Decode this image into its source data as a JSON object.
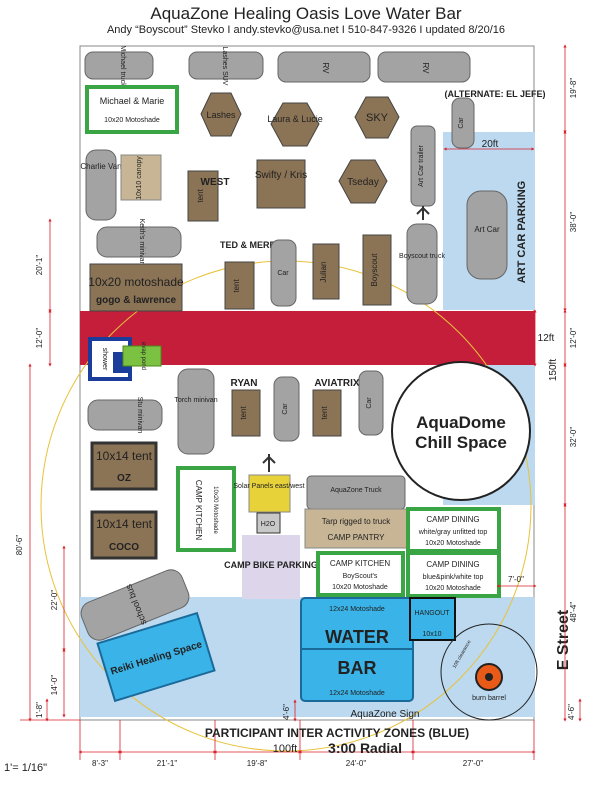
{
  "header": {
    "title": "AquaZone Healing Oasis Love Water Bar",
    "subtitle": "Andy “Boyscout” Stevko  I  andy.stevko@usa.net  I  510-847-9326  I  updated 8/20/16"
  },
  "vehicles": {
    "michael_truck": "Michael truck",
    "lashes_suv": "Lashes SUV",
    "rv1": "RV",
    "rv2": "RV",
    "charlie_van": "Charlie Van",
    "keiths_minivan": "Keith's minivan",
    "car_alt": "Car",
    "art_car_trailer": "Art Car trailer",
    "art_car": "Art Car",
    "car_ted": "Car",
    "boyscout_truck": "Boyscout truck",
    "torch_minivan": "Torch minivan",
    "car_ryan": "Car",
    "car_aviatrix": "Car",
    "stu_minivan": "Stu minivan",
    "school_bus": "school bus",
    "aquazone_truck": "AquaZone Truck"
  },
  "camps": {
    "michael_marie": "Michael & Marie",
    "michael_marie_shade": "10x20 Motoshade",
    "lashes": "Lashes",
    "laura_lucie": "Laura & Lucie",
    "sky": "SKY",
    "alternate_el_jefe": "(ALTERNATE: EL JEFE)",
    "canopy": "10x10 canopy",
    "west": "WEST",
    "tent": "tent",
    "swifty_kris": "Swifty / Kris",
    "tseday": "Tseday",
    "ted_merril": "TED & MERRIL",
    "julian": "Julian",
    "boyscout": "Boyscout",
    "motoshade_big": "10x20 motoshade",
    "gogo_lawrence": "gogo & lawrence",
    "ryan": "RYAN",
    "aviatrix": "AVIATRIX",
    "oz_size": "10x14 tent",
    "oz_name": "OZ",
    "coco_size": "10x14 tent",
    "coco_name": "COCO",
    "reiki": "Reiki Healing Space"
  },
  "facilities": {
    "art_car_parking": "ART CAR PARKING",
    "shower": "shower",
    "evap_pond": "evap pond",
    "aquadome_1": "AquaDome",
    "aquadome_2": "Chill Space",
    "solar_panels": "Solar Panels east/west",
    "h2o": "H2O",
    "camp_kitchen_left": "CAMP KITCHEN",
    "camp_kitchen_left_shade": "10x20 Motoshade",
    "tarp": "Tarp rigged to truck",
    "camp_pantry": "CAMP PANTRY",
    "camp_dining_1": "CAMP DINING",
    "camp_dining_1_sub1": "white/gray unfitted top",
    "camp_dining_1_sub2": "10x20 Motoshade",
    "camp_kitchen_right": "CAMP KITCHEN",
    "camp_kitchen_right_sub1": "BoyScout's",
    "camp_kitchen_right_sub2": "10x20 Motoshade",
    "camp_dining_2": "CAMP DINING",
    "camp_dining_2_sub1": "blue&pink/white top",
    "camp_dining_2_sub2": "10x20 Motoshade",
    "camp_bike_parking": "CAMP BIKE PARKING",
    "water_bar_shade_top": "12x24 Motoshade",
    "water": "WATER",
    "bar": "BAR",
    "water_bar_shade_bottom": "12x24 Motoshade",
    "hangout": "HANGOUT",
    "hangout_size": "10x10",
    "burn_clearance": "10ft clearance",
    "burn_barrel": "burn barrel",
    "aquazone_sign": "AquaZone Sign"
  },
  "dimensions": {
    "d_19_8_top": "19'-8\"",
    "d_20ft": "20ft",
    "d_38_0": "38'-0\"",
    "d_20_1": "20'-1\"",
    "d_12_0_left": "12'-0\"",
    "d_12_0_right": "12'-0\"",
    "d_12ft": "12ft",
    "d_150ft": "150ft",
    "d_32_0": "32'-0\"",
    "d_80_6": "80'-6\"",
    "d_22_0": "22'-0\"",
    "d_14_0": "14'-0\"",
    "d_1_8": "1'-8\"",
    "d_4_6_mid": "4'-6\"",
    "d_7_0": "7'-0\"",
    "d_48_4": "48'-4\"",
    "d_4_6_right": "4'-6\"",
    "d_8_3": "8'-3\"",
    "d_21_1": "21'-1\"",
    "d_19_8_bottom": "19'-8\"",
    "d_24_0": "24'-0\"",
    "d_27_0": "27'-0\"",
    "d_100ft": "100ft"
  },
  "labels": {
    "e_street": "E Street",
    "participant_zones": "PARTICIPANT INTER ACTIVITY ZONES (BLUE)",
    "radial": "3:00 Radial",
    "scale": "1'= 1/16\""
  },
  "colors": {
    "tan": "#8b7355",
    "light_tan": "#c8b595",
    "gray_vehicle": "#a3a3a3",
    "road_red": "#c41e3a",
    "light_blue_zone": "#bcd9f0",
    "water_bar_blue": "#3ab4e8",
    "green_outline": "#3aa545",
    "solar_yellow": "#e8d23a",
    "bike_lavender": "#ddd5ea",
    "dim_red": "#d8202a",
    "evap_green": "#7cc242",
    "burn_orange": "#e85a18"
  }
}
